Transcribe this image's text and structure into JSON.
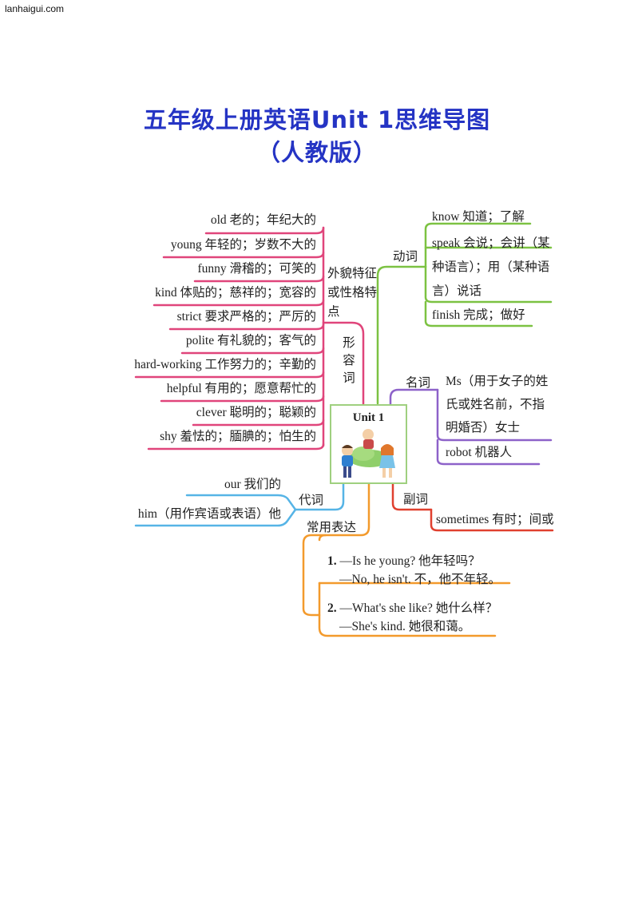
{
  "site": "lanhaigui.com",
  "title": {
    "line1": "五年级上册英语Unit 1思维导图",
    "line2": "（人教版）"
  },
  "center": "Unit 1",
  "branches": {
    "adjectives": {
      "label": "形容词",
      "sub_label": "外貌特征或性格特点",
      "items": [
        "old 老的；年纪大的",
        "young 年轻的；岁数不大的",
        "funny 滑稽的；可笑的",
        "kind 体贴的；慈祥的；宽容的",
        "strict 要求严格的；严厉的",
        "polite 有礼貌的；客气的",
        "hard-working 工作努力的；辛勤的",
        "helpful 有用的；愿意帮忙的",
        "clever 聪明的；聪颖的",
        "shy 羞怯的；腼腆的；怕生的"
      ]
    },
    "verbs": {
      "label": "动词",
      "items": [
        "know 知道；了解",
        "speak 会说；会讲（某种语言）；用（某种语言）说话",
        "finish 完成；做好"
      ]
    },
    "nouns": {
      "label": "名词",
      "items": [
        "Ms（用于女子的姓氏或姓名前，不指明婚否）女士",
        "robot 机器人"
      ]
    },
    "adverbs": {
      "label": "副词",
      "items": [
        "sometimes 有时；间或"
      ]
    },
    "pronouns": {
      "label": "代词",
      "items": [
        "our 我们的",
        "him（用作宾语或表语）他"
      ]
    },
    "expressions": {
      "label": "常用表达",
      "items": [
        {
          "num": "1.",
          "q": "—Is he young?  他年轻吗？",
          "a": "—No, he isn't. 不，他不年轻。"
        },
        {
          "num": "2.",
          "q": "—What's she like?  她什么样？",
          "a": "—She's kind. 她很和蔼。"
        }
      ]
    }
  },
  "colors": {
    "title": "#2534c4",
    "adjectives": "#e0457b",
    "verbs": "#7cc242",
    "nouns": "#8d62c9",
    "adverbs": "#e0402f",
    "pronouns": "#56b4e6",
    "expressions": "#f39a2c"
  }
}
